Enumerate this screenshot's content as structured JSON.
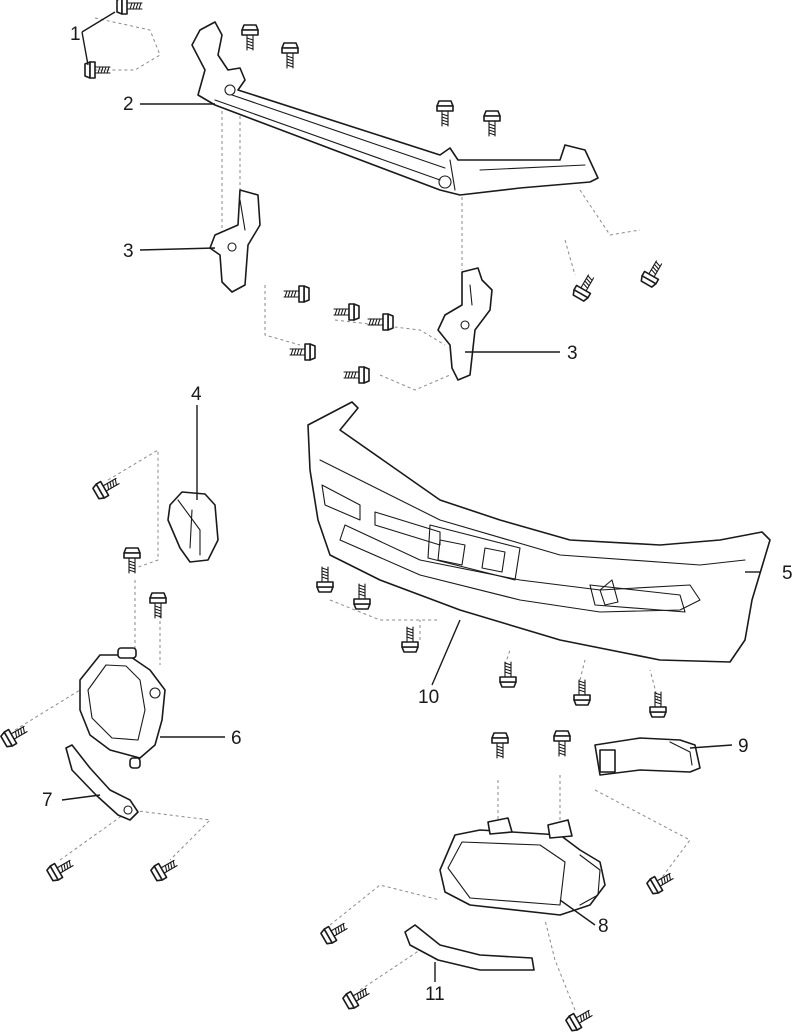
{
  "diagram": {
    "callouts": [
      {
        "id": "1",
        "label": "1"
      },
      {
        "id": "2",
        "label": "2"
      },
      {
        "id": "3a",
        "label": "3"
      },
      {
        "id": "3b",
        "label": "3"
      },
      {
        "id": "4",
        "label": "4"
      },
      {
        "id": "5",
        "label": "5"
      },
      {
        "id": "6",
        "label": "6"
      },
      {
        "id": "7",
        "label": "7"
      },
      {
        "id": "8",
        "label": "8"
      },
      {
        "id": "9",
        "label": "9"
      },
      {
        "id": "10",
        "label": "10"
      },
      {
        "id": "11",
        "label": "11"
      }
    ],
    "parts": [
      {
        "ref": "2",
        "icon": "reinforcement-beam-icon"
      },
      {
        "ref": "3",
        "icon": "bumper-bracket-icon"
      },
      {
        "ref": "4",
        "icon": "side-retainer-icon"
      },
      {
        "ref": "5",
        "icon": "bumper-cover-icon"
      },
      {
        "ref": "6",
        "icon": "fog-lamp-left-icon"
      },
      {
        "ref": "7",
        "icon": "trim-strip-left-icon"
      },
      {
        "ref": "8",
        "icon": "fog-lamp-right-icon"
      },
      {
        "ref": "9",
        "icon": "side-retainer-right-icon"
      },
      {
        "ref": "11",
        "icon": "trim-strip-right-icon"
      }
    ],
    "fastener_icon": "bolt-icon",
    "colors": {
      "line": "#1a1a1a",
      "dashed_guide": "#8a8a8a",
      "background": "#ffffff"
    }
  }
}
